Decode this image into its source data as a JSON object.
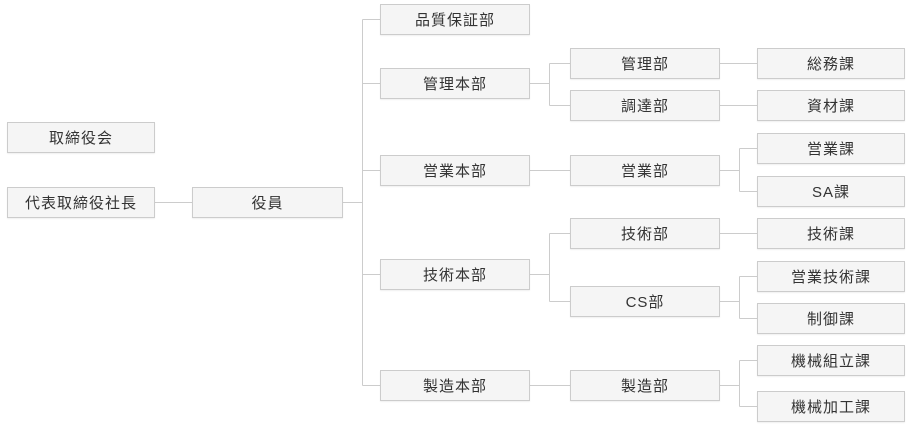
{
  "org_chart": {
    "type": "organization-chart",
    "colors": {
      "background": "#ffffff",
      "box_fill": "#f5f5f5",
      "box_border": "#cccccc",
      "line": "#cccccc",
      "text": "#333333"
    },
    "nodes": {
      "board": "取締役会",
      "president": "代表取締役社長",
      "officers": "役員",
      "quality_assurance_dept": "品質保証部",
      "admin_hq": "管理本部",
      "sales_hq": "営業本部",
      "engineering_hq": "技術本部",
      "manufacturing_hq": "製造本部",
      "admin_dept": "管理部",
      "procurement_dept": "調達部",
      "sales_dept": "営業部",
      "engineering_dept": "技術部",
      "cs_dept": "CS部",
      "manufacturing_dept": "製造部",
      "general_affairs_section": "総務課",
      "materials_section": "資材課",
      "sales_section": "営業課",
      "sa_section": "SA課",
      "engineering_section": "技術課",
      "sales_engineering_section": "営業技術課",
      "control_section": "制御課",
      "machine_assembly_section": "機械組立課",
      "machining_section": "機械加工課"
    },
    "edges": [
      [
        "代表取締役社長",
        "役員"
      ],
      [
        "役員",
        "品質保証部"
      ],
      [
        "役員",
        "管理本部"
      ],
      [
        "役員",
        "営業本部"
      ],
      [
        "役員",
        "技術本部"
      ],
      [
        "役員",
        "製造本部"
      ],
      [
        "管理本部",
        "管理部"
      ],
      [
        "管理本部",
        "調達部"
      ],
      [
        "営業本部",
        "営業部"
      ],
      [
        "技術本部",
        "技術部"
      ],
      [
        "技術本部",
        "CS部"
      ],
      [
        "製造本部",
        "製造部"
      ],
      [
        "管理部",
        "総務課"
      ],
      [
        "調達部",
        "資材課"
      ],
      [
        "営業部",
        "営業課"
      ],
      [
        "営業部",
        "SA課"
      ],
      [
        "技術部",
        "技術課"
      ],
      [
        "CS部",
        "営業技術課"
      ],
      [
        "CS部",
        "制御課"
      ],
      [
        "製造部",
        "機械組立課"
      ],
      [
        "製造部",
        "機械加工課"
      ]
    ]
  }
}
